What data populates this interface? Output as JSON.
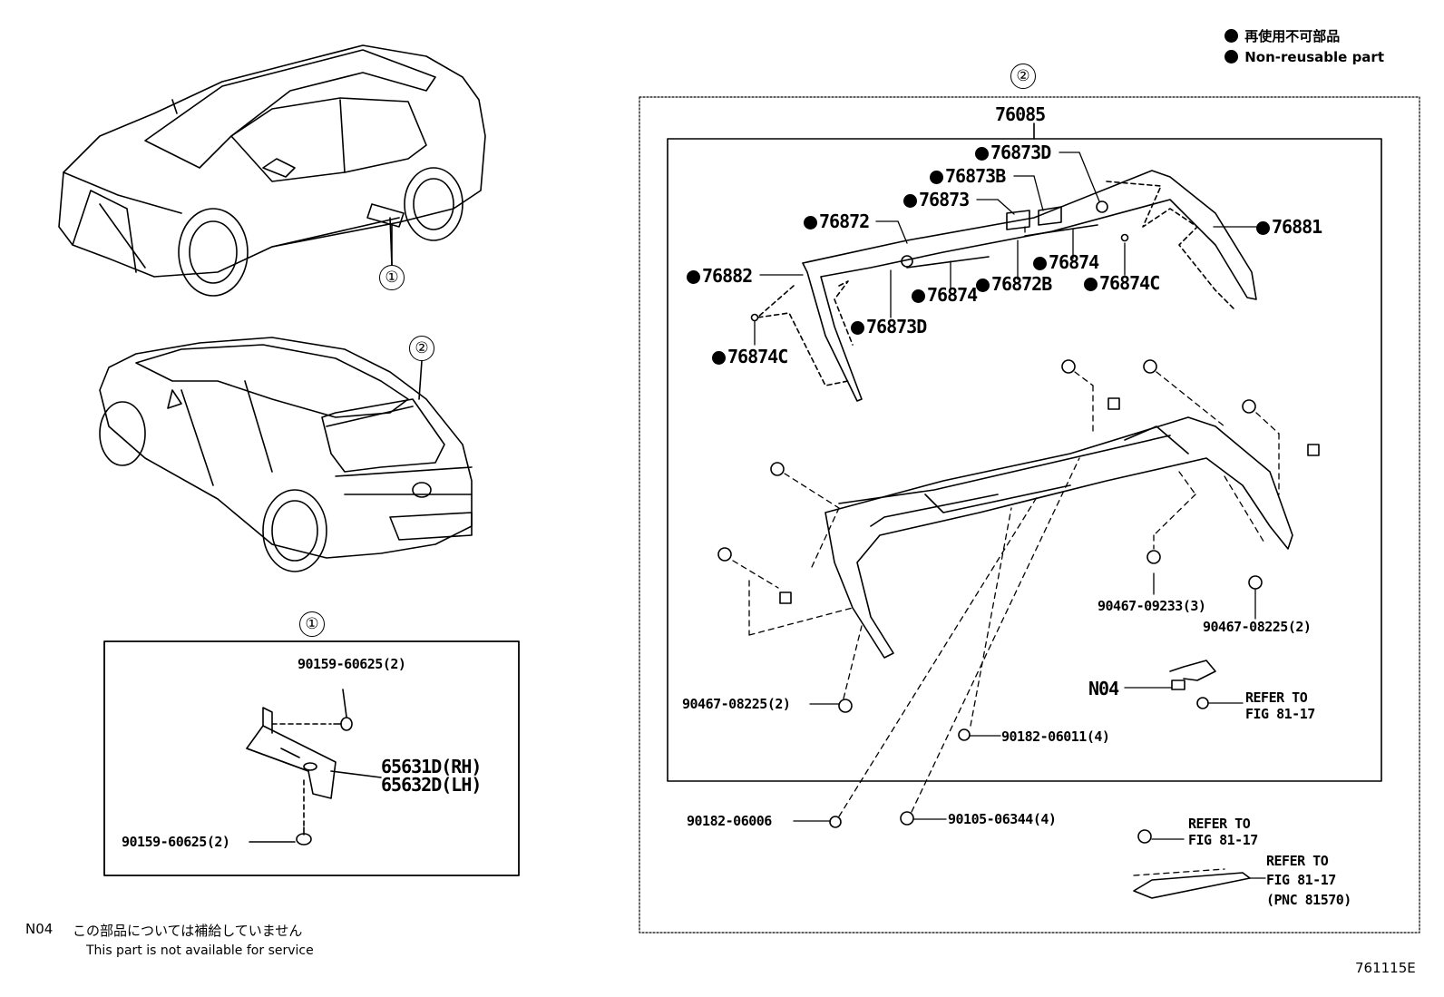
{
  "legend": {
    "jp": "再使用不可部品",
    "en": "Non-reusable part"
  },
  "callouts": {
    "one": "①",
    "two": "②"
  },
  "box1": {
    "parts": {
      "bolt_top": "90159-60625(2)",
      "bracket_rh": "65631D(RH)",
      "bracket_lh": "65632D(LH)",
      "bolt_bottom": "90159-60625(2)"
    }
  },
  "box2": {
    "assembly": "76085",
    "parts": {
      "p76873D_a": "76873D",
      "p76873B": "76873B",
      "p76873": "76873",
      "p76872": "76872",
      "p76881": "76881",
      "p76882": "76882",
      "p76874_a": "76874",
      "p76874_b": "76874",
      "p76872B": "76872B",
      "p76874C_a": "76874C",
      "p76873D_b": "76873D",
      "p76874C_b": "76874C",
      "clip_09233": "90467-09233(3)",
      "clip_08225_r": "90467-08225(2)",
      "clip_08225_l": "90467-08225(2)",
      "n04": "N04",
      "ref1_line1": "REFER TO",
      "ref1_line2": "FIG 81-17",
      "nut_06011": "90182-06011(4)",
      "nut_06006": "90182-06006",
      "screw_06344": "90105-06344(4)",
      "ref2_line1": "REFER TO",
      "ref2_line2": "FIG 81-17",
      "ref3_line1": "REFER TO",
      "ref3_line2": "FIG 81-17",
      "ref3_line3": "(PNC 81570)"
    }
  },
  "footnote": {
    "code": "N04",
    "jp": "この部品については補給していません",
    "en": "This part is not available for service"
  },
  "figure_id": "761115E"
}
